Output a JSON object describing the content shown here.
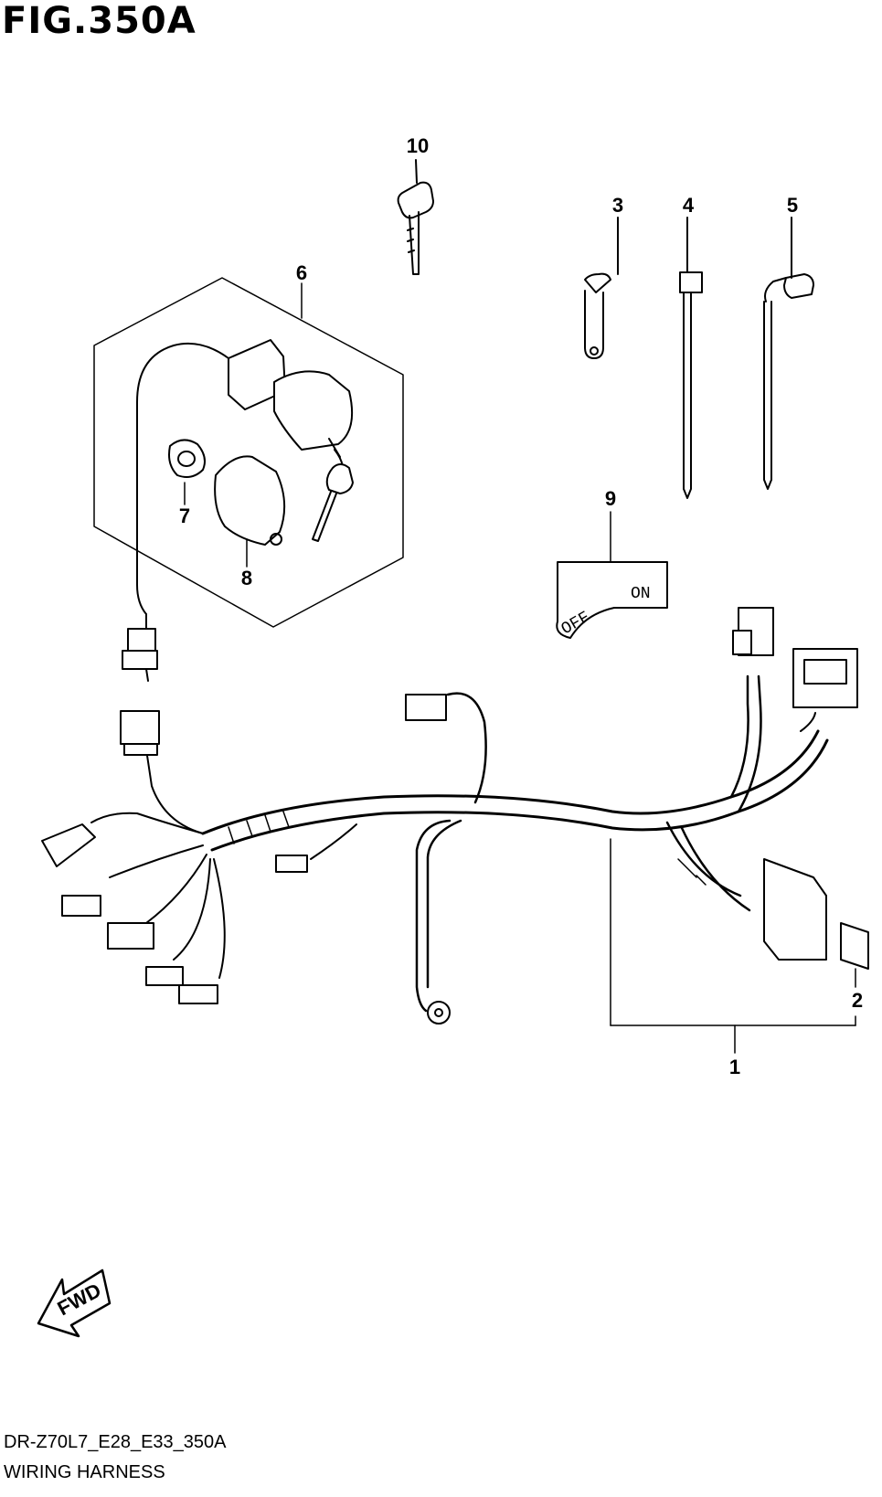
{
  "figure": {
    "title": "FIG.350A"
  },
  "callouts": {
    "c1": "1",
    "c2": "2",
    "c3": "3",
    "c4": "4",
    "c5": "5",
    "c6": "6",
    "c7": "7",
    "c8": "8",
    "c9": "9",
    "c10": "10"
  },
  "switch_plate": {
    "off_label": "OFF",
    "on_label": "ON"
  },
  "direction_marker": {
    "label": "FWD"
  },
  "footer": {
    "code": "DR-Z70L7_E28_E33_350A",
    "name": "WIRING HARNESS"
  },
  "colors": {
    "ink": "#000000",
    "paper": "#ffffff"
  }
}
